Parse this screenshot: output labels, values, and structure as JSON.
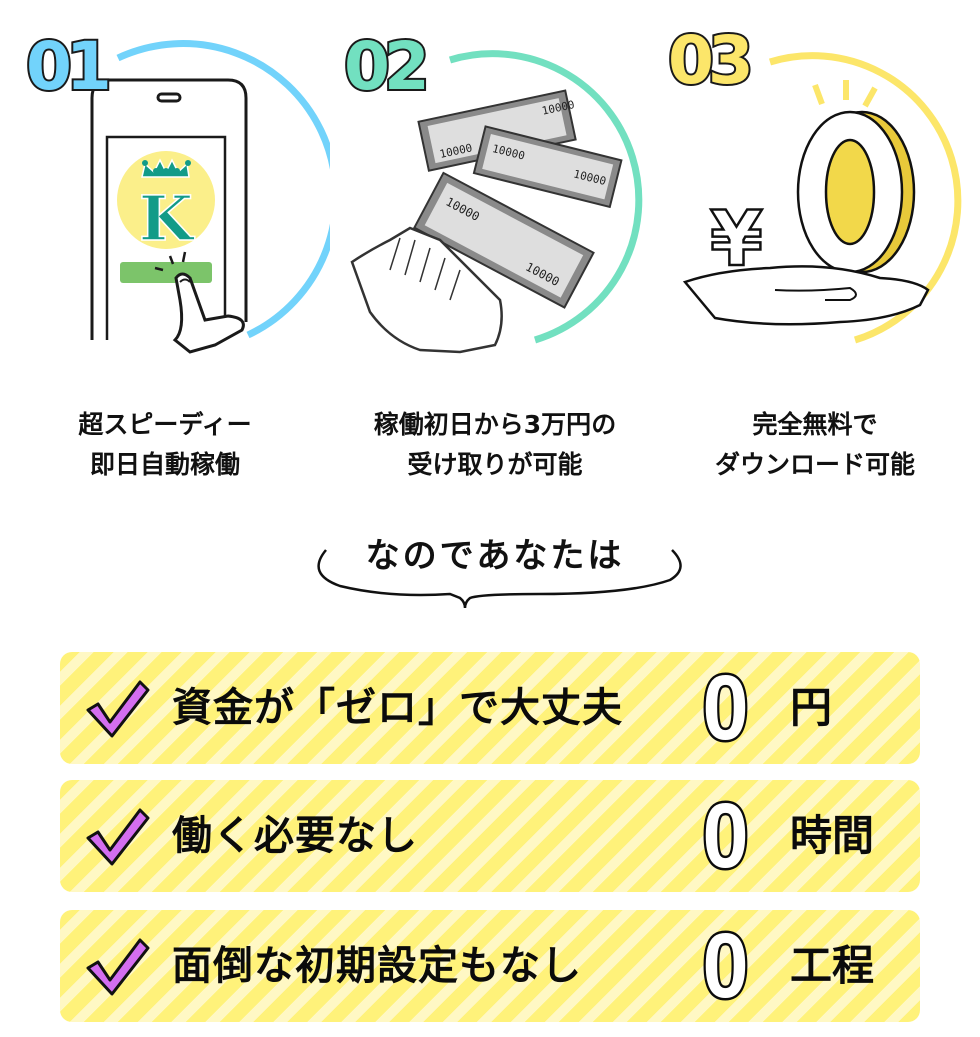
{
  "features": [
    {
      "number": "01",
      "number_color": "#72d3fb",
      "arc_color": "#72d3fb",
      "illustration": "smartphone-tap-app-icon",
      "app_icon_letter": "K",
      "app_icon_bg": "#fbef8a",
      "app_icon_fg": "#129b88",
      "button_color": "#7cc46a",
      "caption_highlight": "超スピーディー",
      "caption_rest": "",
      "caption_line2": "即日自動稼働"
    },
    {
      "number": "02",
      "number_color": "#72e0c0",
      "arc_color": "#72e0c0",
      "illustration": "hand-receiving-banknotes",
      "banknote_value": "10000",
      "caption_highlight": "稼働初日から3万円",
      "caption_rest": "の",
      "caption_line2": "受け取りが可能"
    },
    {
      "number": "03",
      "number_color": "#fce66a",
      "arc_color": "#fce66a",
      "illustration": "hand-holding-yen-zero",
      "symbol": "¥0",
      "caption_highlight": "完全無料",
      "caption_rest": "で",
      "caption_line2": "ダウンロード可能"
    }
  ],
  "bridge": {
    "text": "なのであなたは"
  },
  "benefits": [
    {
      "text": "資金が「ゼロ」で大丈夫",
      "value": "0",
      "unit": "円"
    },
    {
      "text": "働く必要なし",
      "value": "0",
      "unit": "時間"
    },
    {
      "text": "面倒な初期設定もなし",
      "value": "0",
      "unit": "工程"
    }
  ],
  "colors": {
    "highlight_underline": "#d46ef0",
    "check_mark": "#d46ef0",
    "stripe_dark": "#fff27a",
    "stripe_light": "#fff8c4"
  }
}
